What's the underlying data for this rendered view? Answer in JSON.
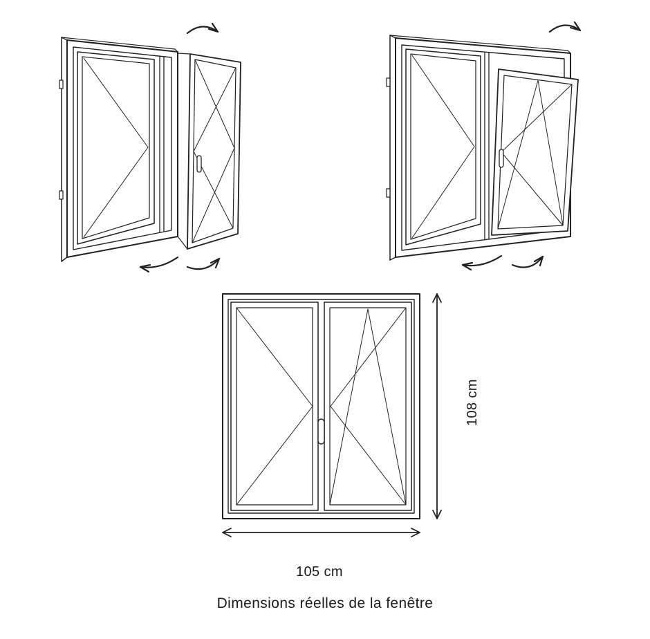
{
  "colors": {
    "line": "#212121",
    "background": "#ffffff"
  },
  "labels": {
    "width": "105 cm",
    "height": "108 cm",
    "caption": "Dimensions réelles de la fenêtre"
  }
}
